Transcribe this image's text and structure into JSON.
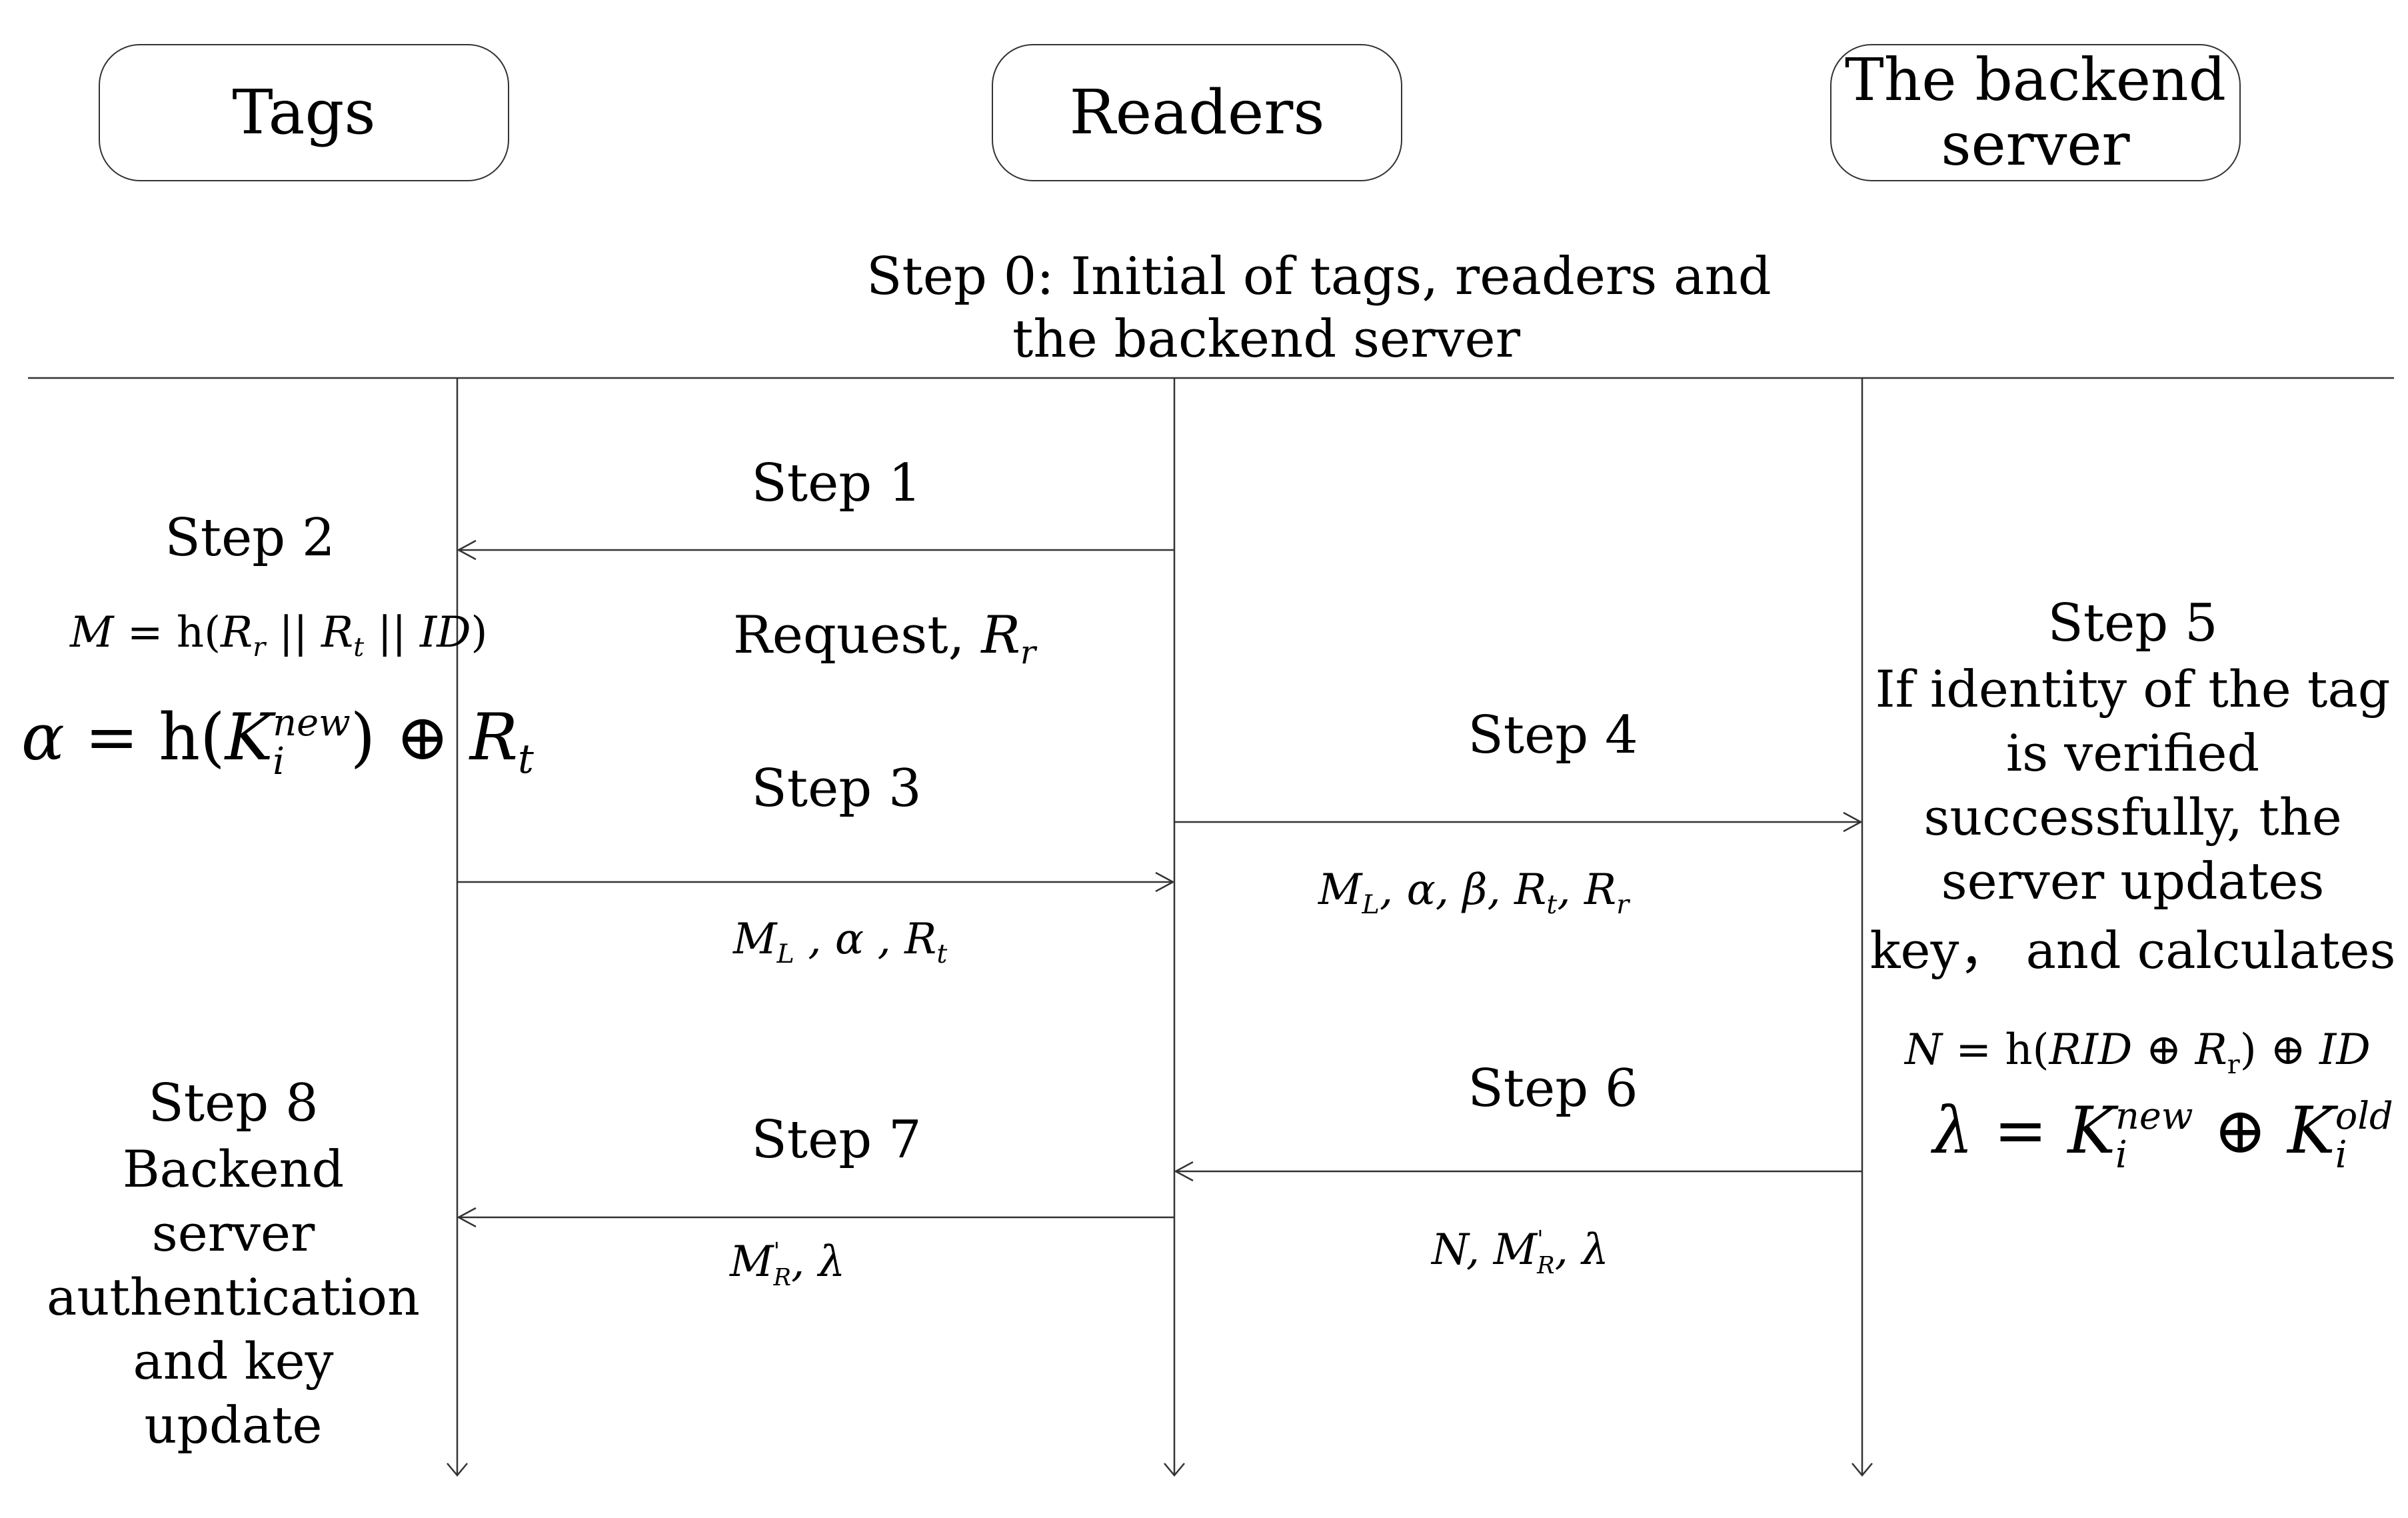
{
  "entities": {
    "tags": "Tags",
    "readers": "Readers",
    "server_line1": "The backend",
    "server_line2": "server"
  },
  "step0": {
    "line1": "Step 0: Initial of tags, readers and",
    "line2": "the backend server"
  },
  "steps": {
    "s1": "Step 1",
    "s2": "Step 2",
    "s3": "Step 3",
    "s4": "Step 4",
    "s5": "Step 5",
    "s6": "Step 6",
    "s7": "Step 7",
    "s8": "Step 8"
  },
  "step5_text": [
    "If identity of the tag",
    "is verified",
    "successfully, the",
    "server updates",
    "key， and calculates"
  ],
  "step8_text": [
    "Backend",
    "server",
    "authentication",
    "and key",
    "update"
  ],
  "messages": {
    "request_label": "Request, ",
    "request_var": "R",
    "request_sub": "r"
  },
  "formulas": {
    "M": {
      "lhs": "M",
      "eq": " = h(",
      "r1": "R",
      "r1s": "r",
      "sep1": " || ",
      "r2": "R",
      "r2s": "t",
      "sep2": " || ",
      "id": "ID",
      "close": ")"
    },
    "alpha": {
      "a": "α",
      "eq": " = h(",
      "K": "K",
      "sub": "i",
      "sup": "new",
      "close": ") ⊕ ",
      "R": "R",
      "Rs": "t"
    },
    "msg3": {
      "M": "M",
      "Ms": "L",
      "rest": " , α , ",
      "R": "R",
      "Rs": "t"
    },
    "msg4": {
      "M": "M",
      "Ms": "L",
      "rest": ", α, β, ",
      "R1": "R",
      "R1s": "t",
      "comma": ", ",
      "R2": "R",
      "R2s": "r"
    },
    "N": {
      "lhs": "N",
      "eq": " = h(",
      "rid": "RID",
      "xor": " ⊕ ",
      "R": "R",
      "Rs": "r",
      "close": ") ⊕ ",
      "id": "ID"
    },
    "lambda": {
      "l": "λ",
      "eq": " = ",
      "K1": "K",
      "K1sub": "i",
      "K1sup": "new",
      "xor": " ⊕ ",
      "K2": "K",
      "K2sub": "i",
      "K2sup": "old"
    },
    "msg6": {
      "pre": "N, ",
      "M": "M",
      "Msup": "'",
      "Msub": "R",
      "post": ", λ"
    },
    "msg7": {
      "M": "M",
      "Msup": "'",
      "Msub": "R",
      "post": ", λ"
    }
  }
}
